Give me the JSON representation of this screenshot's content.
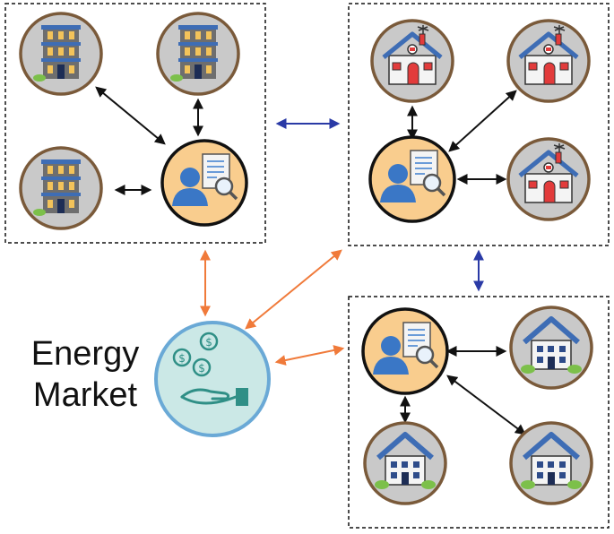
{
  "energy_market": {
    "line1": "Energy",
    "line2": "Market"
  },
  "colors": {
    "inter_cluster_arrow": "#2a3aa6",
    "market_arrow": "#f07a3a",
    "intra_cluster_arrow": "#111111",
    "node_ring": "#7a5a3a",
    "node_bg": "#c9c9c9",
    "aggregator_bg": "#f9cd8e",
    "market_bg": "#cbe8e6",
    "market_ring": "#6aa9d6"
  },
  "clusters": [
    {
      "name": "apartment-cluster",
      "member_icon": "apartment-building-icon",
      "member_count": 3
    },
    {
      "name": "house-cluster",
      "member_icon": "house-with-antenna-icon",
      "member_count": 3
    },
    {
      "name": "home-cluster",
      "member_icon": "blue-roof-house-icon",
      "member_count": 3
    }
  ],
  "icons": {
    "aggregator": "aggregator-document-icon",
    "market": "money-hand-icon"
  }
}
